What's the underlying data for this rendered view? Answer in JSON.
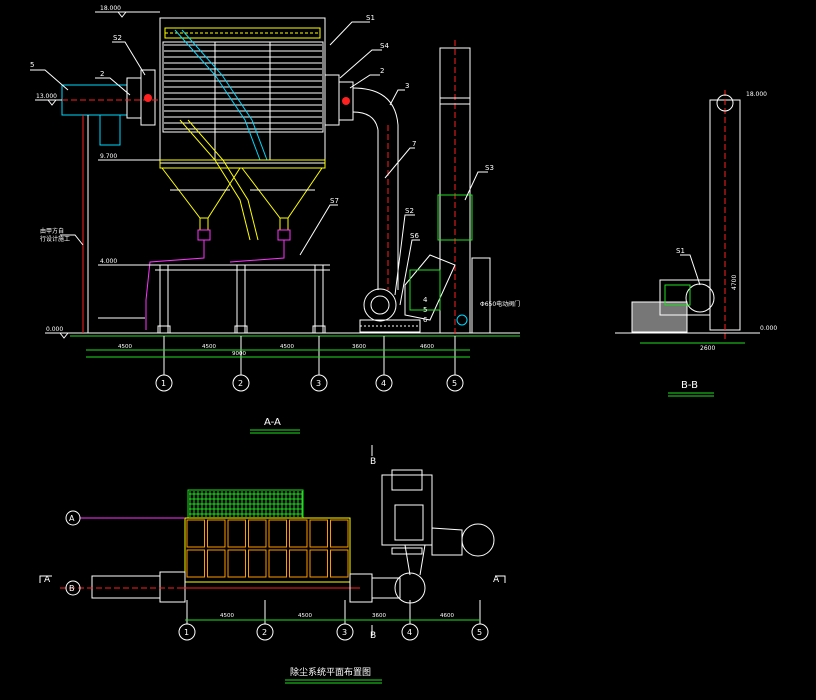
{
  "colors": {
    "background": "#000000",
    "white": "#ffffff",
    "green": "#22dd22",
    "yellow": "#ffff00",
    "cyan": "#00d8ff",
    "magenta": "#ff33ff",
    "red": "#ff2020",
    "orange": "#ff9900"
  },
  "section_aa": {
    "title": "A-A",
    "grid_bubbles": [
      "1",
      "2",
      "3",
      "4",
      "5"
    ],
    "bottom_dims": [
      "4500",
      "4500",
      "4500",
      "3600",
      "4600"
    ],
    "total_dim": "9000",
    "elevation_top": "18.000",
    "callouts": [
      "5",
      "2",
      "S2",
      "S1",
      "S4",
      "2",
      "3",
      "7",
      "S3",
      "S2",
      "S6",
      "4",
      "5",
      "6",
      "S7"
    ],
    "note_left": [
      "由甲方自",
      "行设计施工"
    ],
    "elev_labels": [
      "13.000",
      "9.700",
      "4.000",
      "0.000"
    ],
    "valve_label": "Φ650电动阀门"
  },
  "section_bb": {
    "title": "B-B",
    "callout": "S1",
    "elev_labels": [
      "18.000",
      "0.000"
    ],
    "dims": [
      "2600",
      "4700"
    ]
  },
  "plan": {
    "title": "除尘系统平面布置图",
    "section_marks": [
      "A",
      "A",
      "B",
      "B"
    ],
    "row_bubbles": [
      "A",
      "B"
    ],
    "grid_bubbles": [
      "1",
      "2",
      "3",
      "4",
      "5"
    ],
    "dims": [
      "4500",
      "4500",
      "3600",
      "4600"
    ]
  }
}
